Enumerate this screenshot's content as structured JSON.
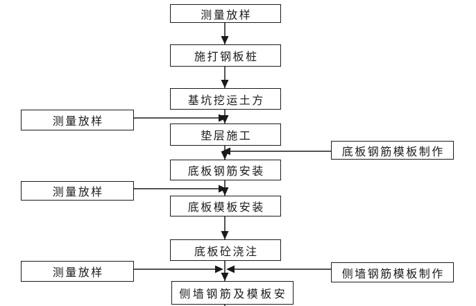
{
  "flowchart": {
    "main_flow": [
      {
        "label": "测量放样"
      },
      {
        "label": "施打钢板桩"
      },
      {
        "label": "基坑挖运土方"
      },
      {
        "label": "垫层施工"
      },
      {
        "label": "底板钢筋安装"
      },
      {
        "label": "底板模板安装"
      },
      {
        "label": "底板砼浇注"
      },
      {
        "label": "侧墙钢筋及模板安"
      }
    ],
    "left_inputs": [
      {
        "label": "测量放样",
        "arrow_target": "垫层施工"
      },
      {
        "label": "测量放样",
        "arrow_target": "底板模板安装"
      },
      {
        "label": "测量放样",
        "arrow_target": "侧墙钢筋及模板安"
      }
    ],
    "right_inputs": [
      {
        "label": "底板钢筋模板制作",
        "arrow_target": "底板钢筋安装"
      },
      {
        "label": "侧墙钢筋模板制作",
        "arrow_target": "侧墙钢筋及模板安"
      }
    ],
    "flow_direction": "top-to-bottom",
    "colors": {
      "line": "#1a1a1a",
      "box_border": "#1a1a1a",
      "background": "#ffffff",
      "text": "#1a1a1a"
    }
  }
}
